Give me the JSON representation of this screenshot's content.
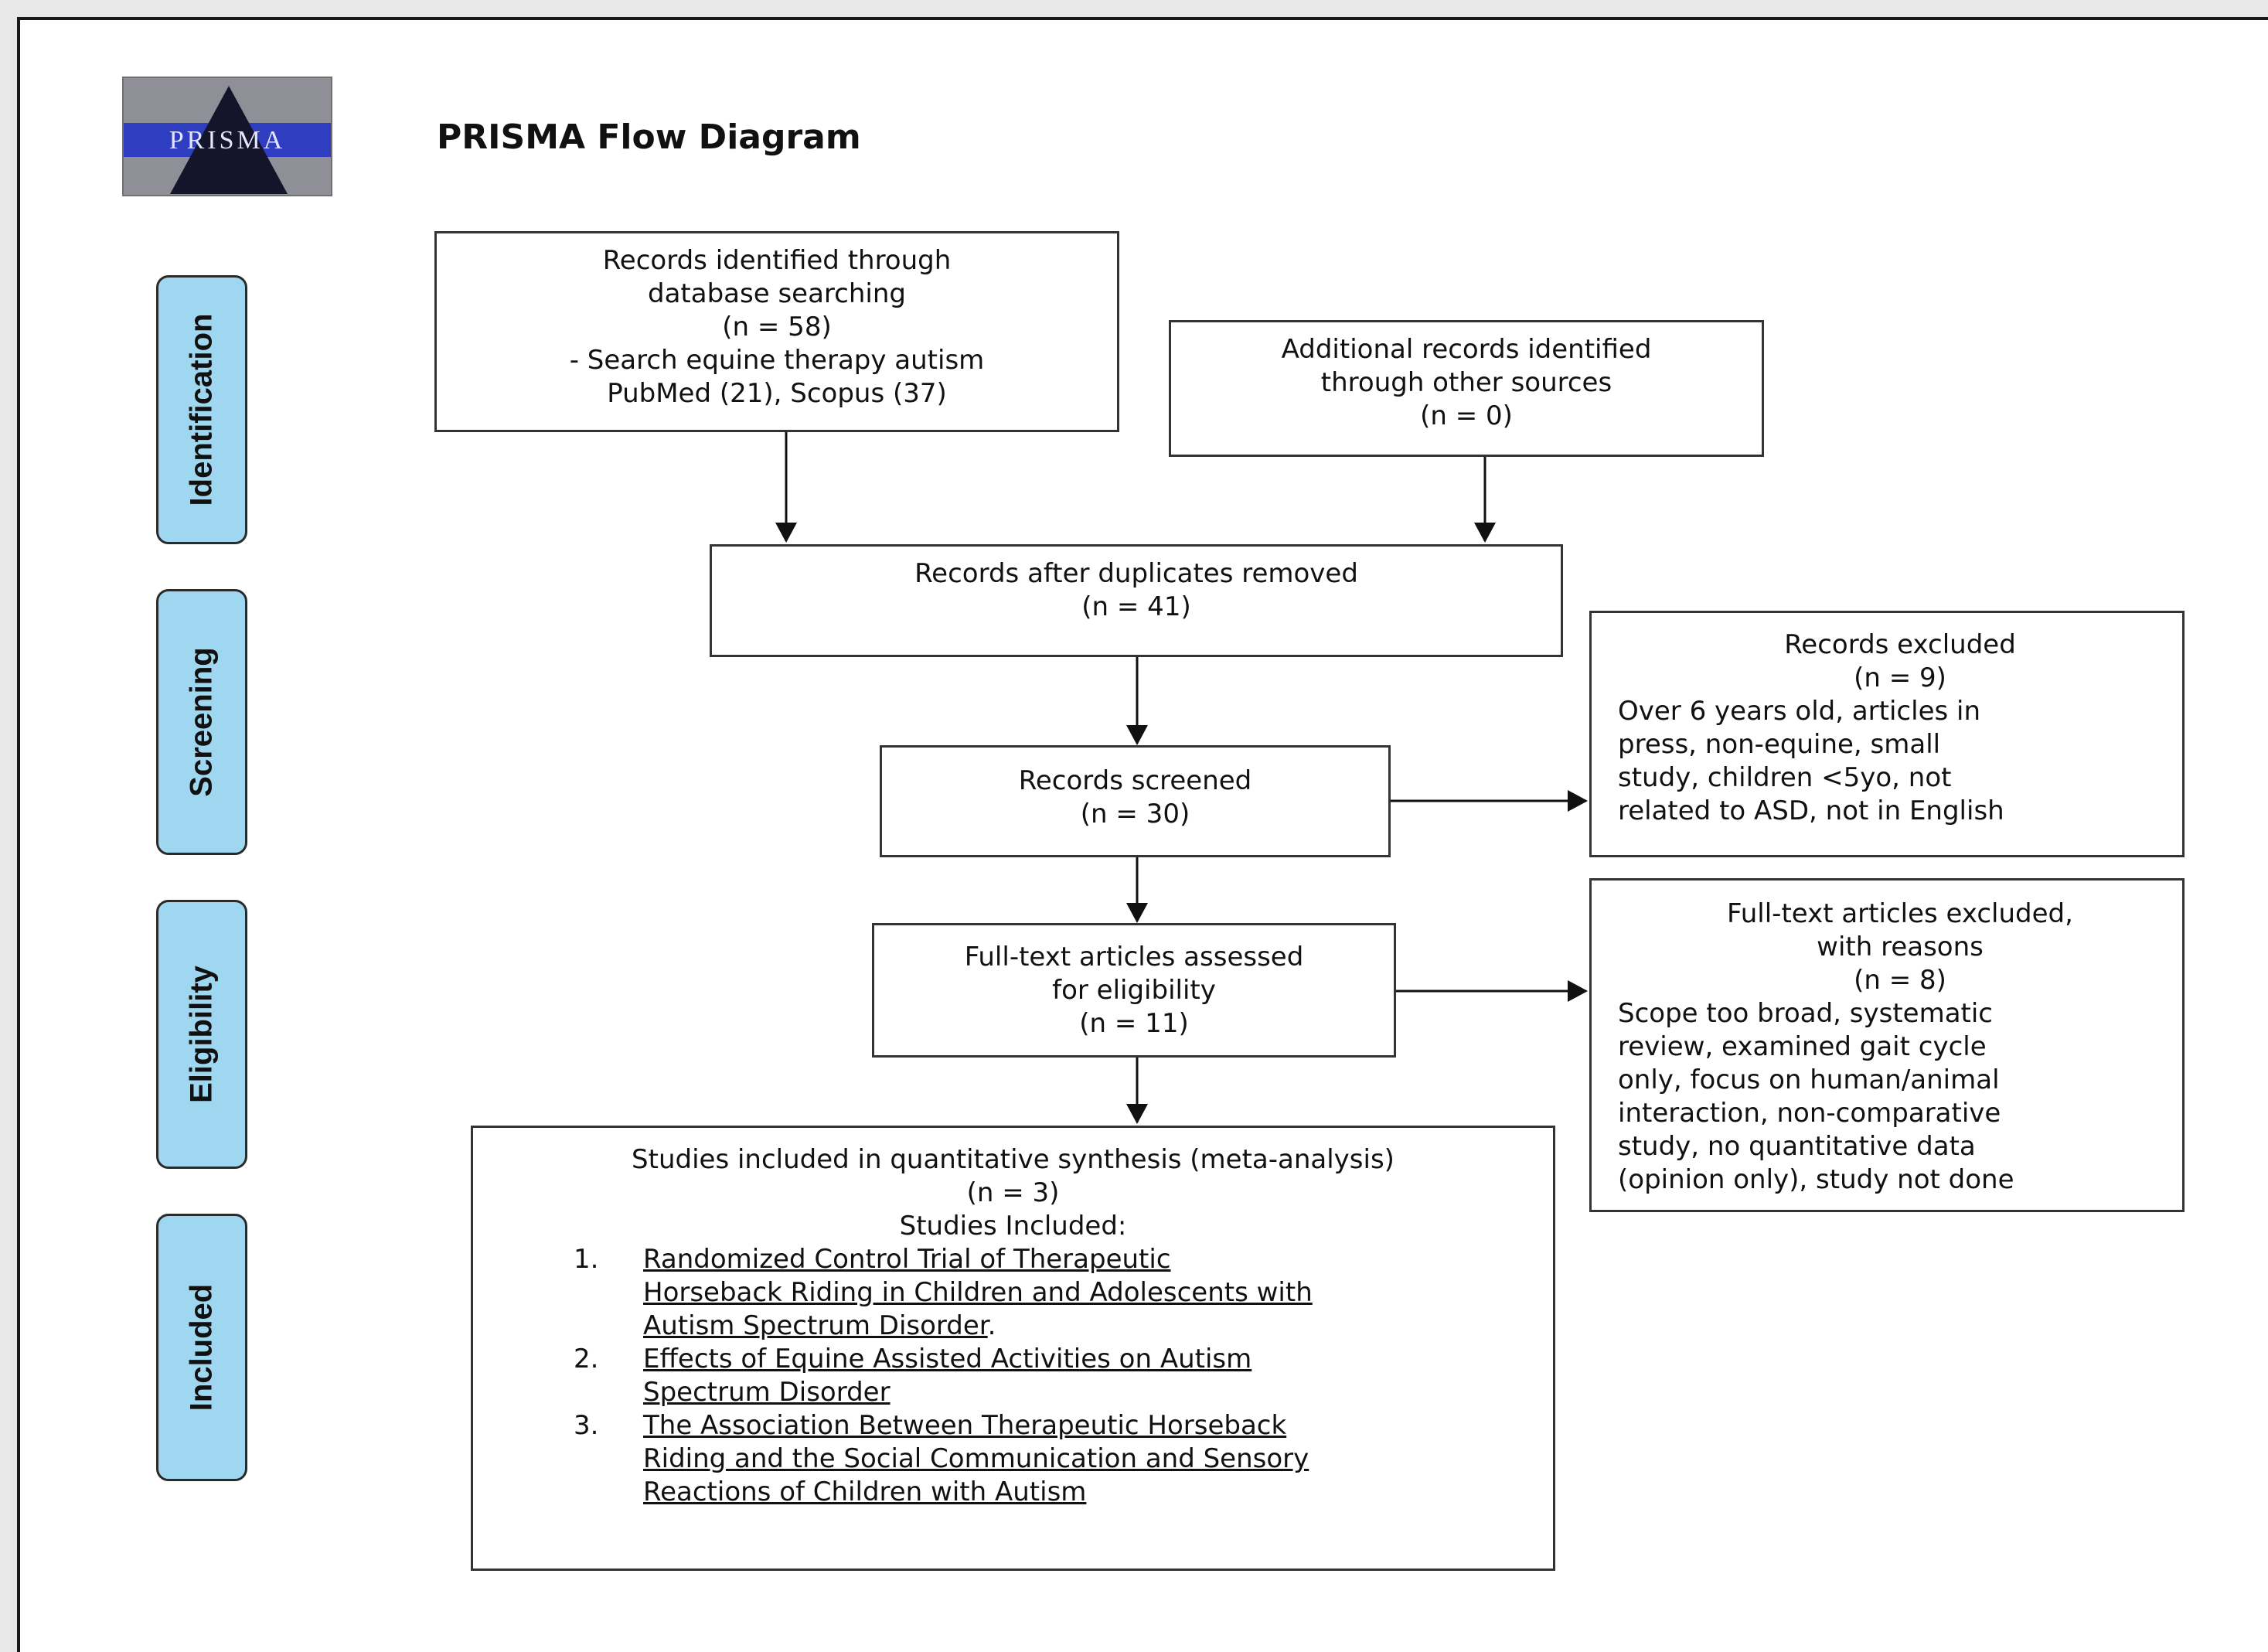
{
  "title": "PRISMA Flow Diagram",
  "logo": {
    "text": "PRISMA"
  },
  "phases": [
    "Identification",
    "Screening",
    "Eligibility",
    "Included"
  ],
  "identified_db": [
    "Records identified through",
    "database searching",
    "(n = 58)",
    "- Search equine therapy autism",
    "PubMed (21), Scopus (37)"
  ],
  "identified_other": [
    "Additional records identified",
    "through other sources",
    "(n = 0)"
  ],
  "after_duplicates": [
    "Records after duplicates removed",
    "(n = 41)"
  ],
  "screened": [
    "Records screened",
    "(n = 30)"
  ],
  "excluded": {
    "header": [
      "Records excluded",
      "(n =  9)"
    ],
    "body": [
      "Over 6 years old, articles in",
      "press, non-equine, small",
      "study, children <5yo, not",
      "related to ASD, not in English"
    ]
  },
  "fulltext": [
    "Full-text articles assessed",
    "for eligibility",
    "(n = 11)"
  ],
  "fulltext_excluded": {
    "header": [
      "Full-text articles excluded,",
      "with reasons",
      "(n = 8)"
    ],
    "body": [
      "Scope too broad, systematic",
      "review, examined gait cycle",
      "only, focus on human/animal",
      "interaction, non-comparative",
      "study, no quantitative data",
      "(opinion only), study not done"
    ]
  },
  "included": {
    "header": [
      "Studies included in quantitative synthesis (meta-analysis)",
      "(n = 3)",
      "Studies Included:"
    ],
    "studies": [
      {
        "num": "1.",
        "text": "Randomized Control Trial of Therapeutic\nHorseback Riding in Children and Adolescents with\nAutism Spectrum Disorder",
        "suffix": "."
      },
      {
        "num": "2.",
        "text": "Effects of Equine Assisted Activities on Autism\nSpectrum Disorder",
        "suffix": ""
      },
      {
        "num": "3.",
        "text": "The Association Between Therapeutic Horseback\nRiding and the Social Communication and Sensory\nReactions of Children with Autism",
        "suffix": ""
      }
    ]
  }
}
